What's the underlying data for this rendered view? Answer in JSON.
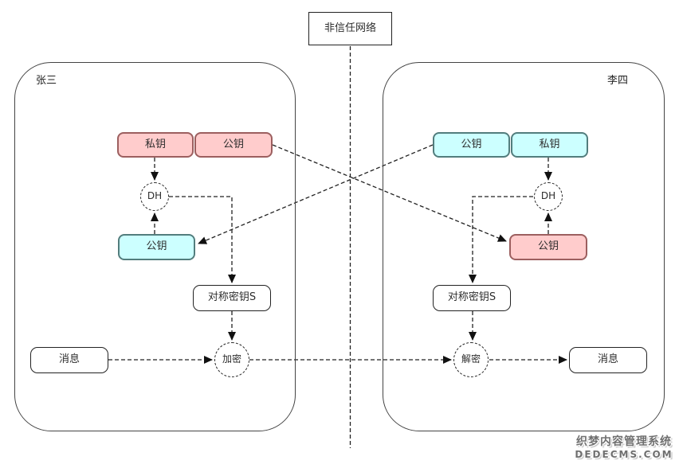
{
  "network": {
    "label": "非信任网络"
  },
  "left": {
    "party": "张三",
    "private_key": "私钥",
    "public_key_own": "公钥",
    "dh": "DH",
    "public_key_peer": "公钥",
    "symmetric_key": "对称密钥S",
    "message": "消息",
    "operation": "加密"
  },
  "right": {
    "party": "李四",
    "public_key_own": "公钥",
    "private_key": "私钥",
    "dh": "DH",
    "public_key_peer": "公钥",
    "symmetric_key": "对称密钥S",
    "operation": "解密",
    "message": "消息"
  },
  "watermark": {
    "line1": "织梦内容管理系统",
    "line2": "DEDECMS.COM"
  },
  "colors": {
    "pink_fill": "#ffcccc",
    "pink_border": "#9c5f5f",
    "cyan_fill": "#ccffff",
    "cyan_border": "#527d7d",
    "line_color": "#222222"
  }
}
